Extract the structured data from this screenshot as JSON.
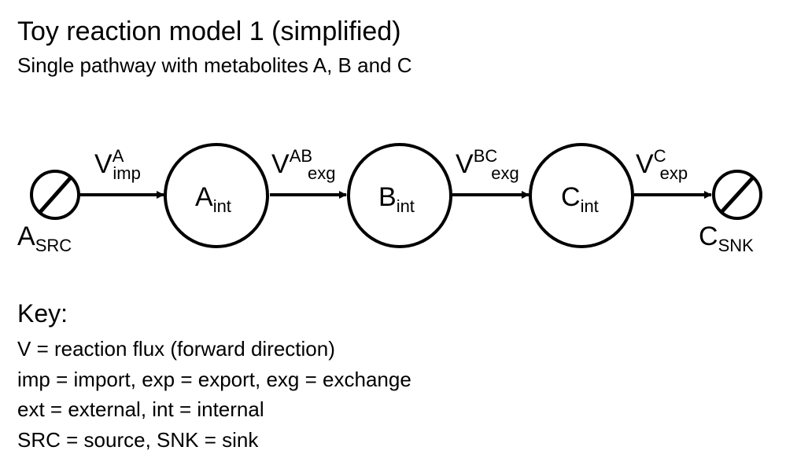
{
  "title": "Toy reaction model 1 (simplified)",
  "subtitle": "Single pathway with metabolites A, B and C",
  "diagram": {
    "source": {
      "main": "A",
      "sub": "SRC"
    },
    "sink": {
      "main": "C",
      "sub": "SNK"
    },
    "nodes": [
      {
        "main": "A",
        "sub": "int"
      },
      {
        "main": "B",
        "sub": "int"
      },
      {
        "main": "C",
        "sub": "int"
      }
    ],
    "fluxes": [
      {
        "main": "V",
        "sup": "A",
        "sub": "imp"
      },
      {
        "main": "V",
        "sup": "AB",
        "sub": "exg"
      },
      {
        "main": "V",
        "sup": "BC",
        "sub": "exg"
      },
      {
        "main": "V",
        "sup": "C",
        "sub": "exp"
      }
    ]
  },
  "key": {
    "heading": "Key:",
    "items": [
      "V = reaction flux (forward direction)",
      "imp = import, exp = export, exg = exchange",
      "ext = external, int = internal",
      "SRC = source, SNK = sink"
    ]
  }
}
